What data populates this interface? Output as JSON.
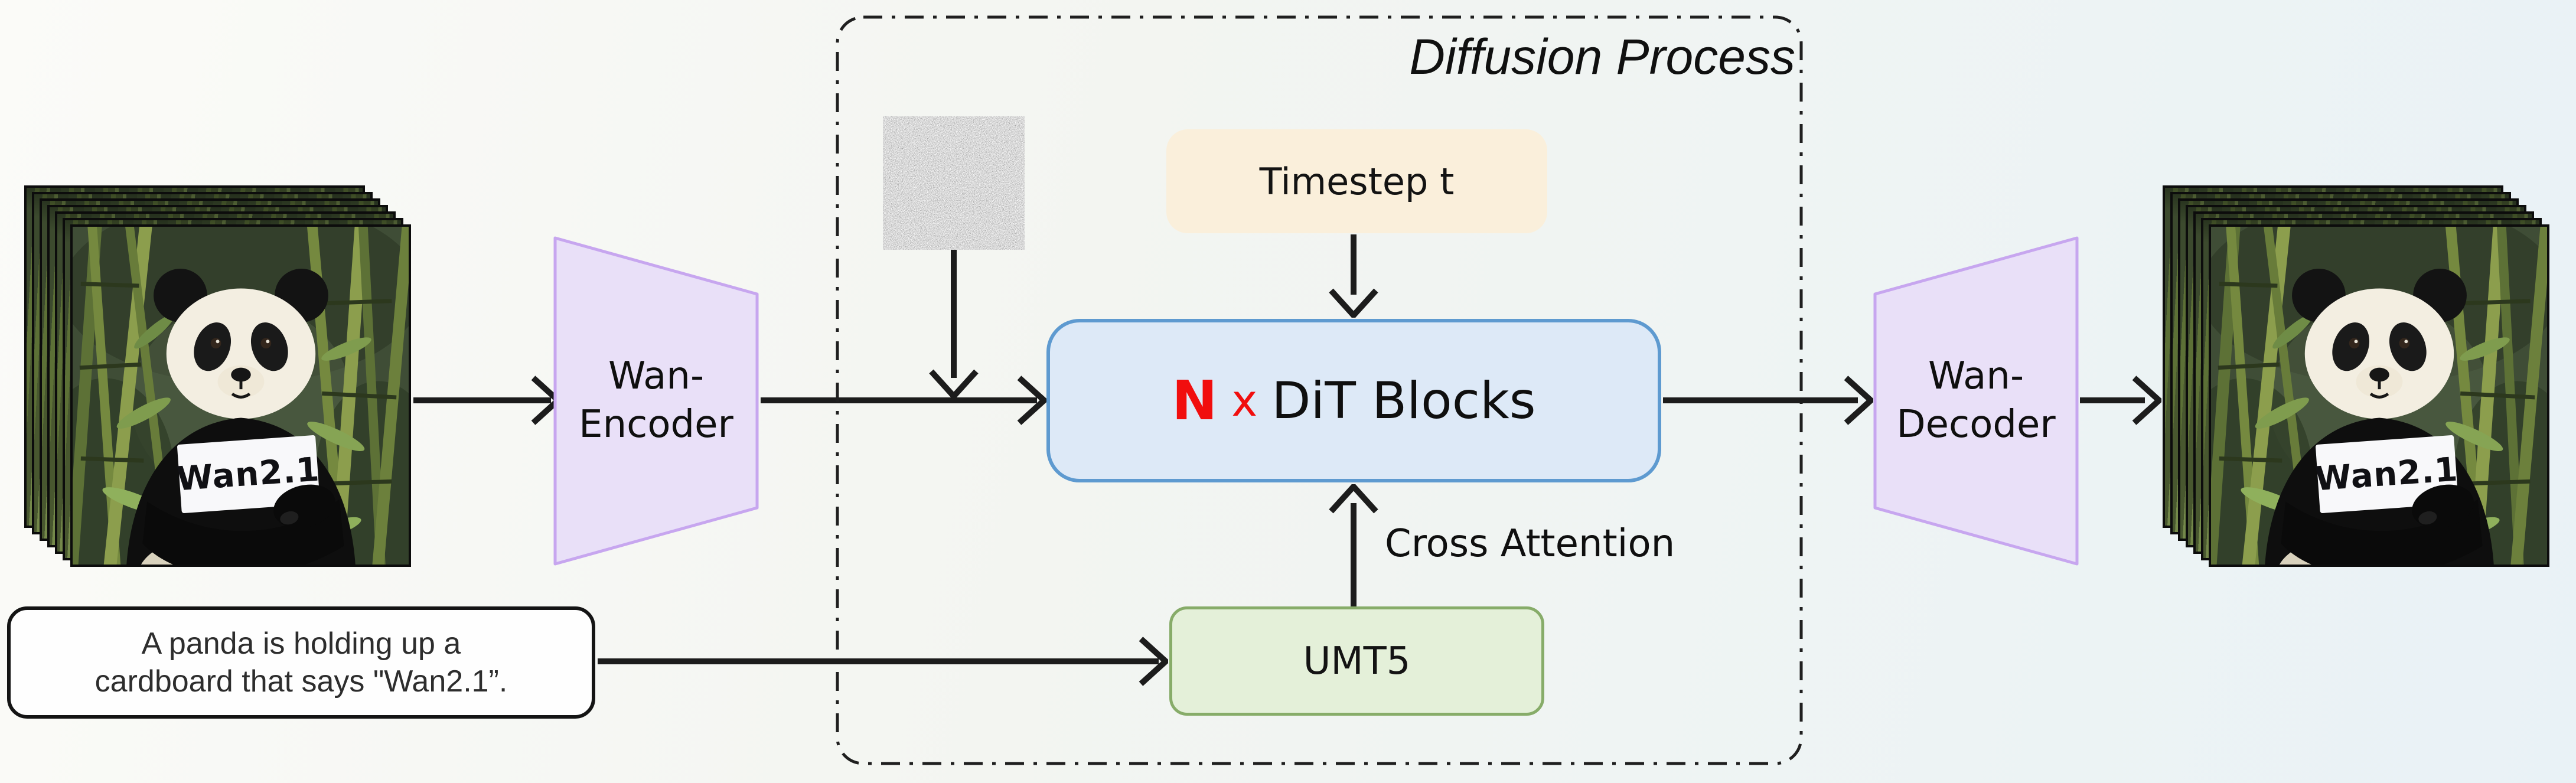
{
  "diagram": {
    "title": "Diffusion Process",
    "background": {
      "left": "#fbfbf8",
      "right": "#e9f2f6"
    }
  },
  "video_stack": {
    "frame_count": 7,
    "sign_text": "Wan2.1"
  },
  "prompt_box": {
    "line1": "A panda is holding up a",
    "line2": "cardboard that says \"Wan2.1”."
  },
  "encoder": {
    "line1": "Wan-",
    "line2": "Encoder"
  },
  "decoder": {
    "line1": "Wan-",
    "line2": "Decoder"
  },
  "diffusion_process": {
    "title": "Diffusion Process",
    "timestep": {
      "label": "Timestep t",
      "fill": "#faefdb"
    },
    "dit": {
      "n": "N",
      "times": "x",
      "label": "DiT Blocks",
      "n_color": "#f10e0e",
      "fill": "#dde9f7",
      "border": "#5e9ad0"
    },
    "cross_attention_label": "Cross Attention",
    "umt5": {
      "label": "UMT5",
      "fill": "#e4f0d9",
      "border": "#87ac69"
    }
  },
  "colors": {
    "trapezoid_fill": "#e9e0f8",
    "trapezoid_border": "#c7a6ef",
    "arrow": "#1c1c1c",
    "dashed_border": "#1f1f1f",
    "frame_border": "#0c0c0c"
  }
}
